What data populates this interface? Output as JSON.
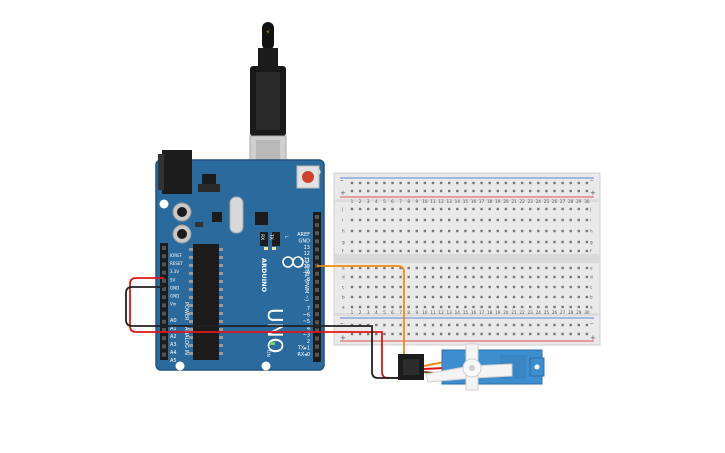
{
  "board": {
    "brand": "UNO",
    "label_arduino": "ARDUINO",
    "label_digital": "DIGITAL (PWM ~)",
    "label_analog": "ANALOG IN",
    "label_power": "POWER",
    "label_on": "ON",
    "label_tx": "TX",
    "label_rx": "RX",
    "label_l": "L",
    "power_pins": [
      "IOREF",
      "RESET",
      "3.3V",
      "5V",
      "GND",
      "GND",
      "Vin"
    ],
    "analog_pins": [
      "A0",
      "A1",
      "A2",
      "A3",
      "A4",
      "A5"
    ],
    "digital_top_pins": [
      "AREF",
      "GND",
      "13",
      "12",
      "~11",
      "~10",
      "~9",
      "8"
    ],
    "digital_bottom_pins": [
      "7",
      "~6",
      "~5",
      "4",
      "~3",
      "2",
      "TX▸1",
      "RX◂0"
    ]
  },
  "breadboard": {
    "rail_minus": "–",
    "rail_plus": "+",
    "rows_top": [
      "j",
      "i",
      "h",
      "g",
      "f"
    ],
    "rows_bottom": [
      "e",
      "d",
      "c",
      "b",
      "a"
    ],
    "column_numbers": [
      "1",
      "2",
      "3",
      "4",
      "5",
      "6",
      "7",
      "8",
      "9",
      "10",
      "11",
      "12",
      "13",
      "14",
      "15",
      "16",
      "17",
      "18",
      "19",
      "20",
      "21",
      "22",
      "23",
      "24",
      "25",
      "26",
      "27",
      "28",
      "29",
      "30"
    ]
  },
  "colors": {
    "board": "#2b6a9c",
    "board_edge": "#1f5380",
    "wire_red": "#e0161b",
    "wire_black": "#222222",
    "wire_orange": "#f08a17",
    "servo": "#3d8ecf",
    "breadboard": "#e9e9e9"
  }
}
